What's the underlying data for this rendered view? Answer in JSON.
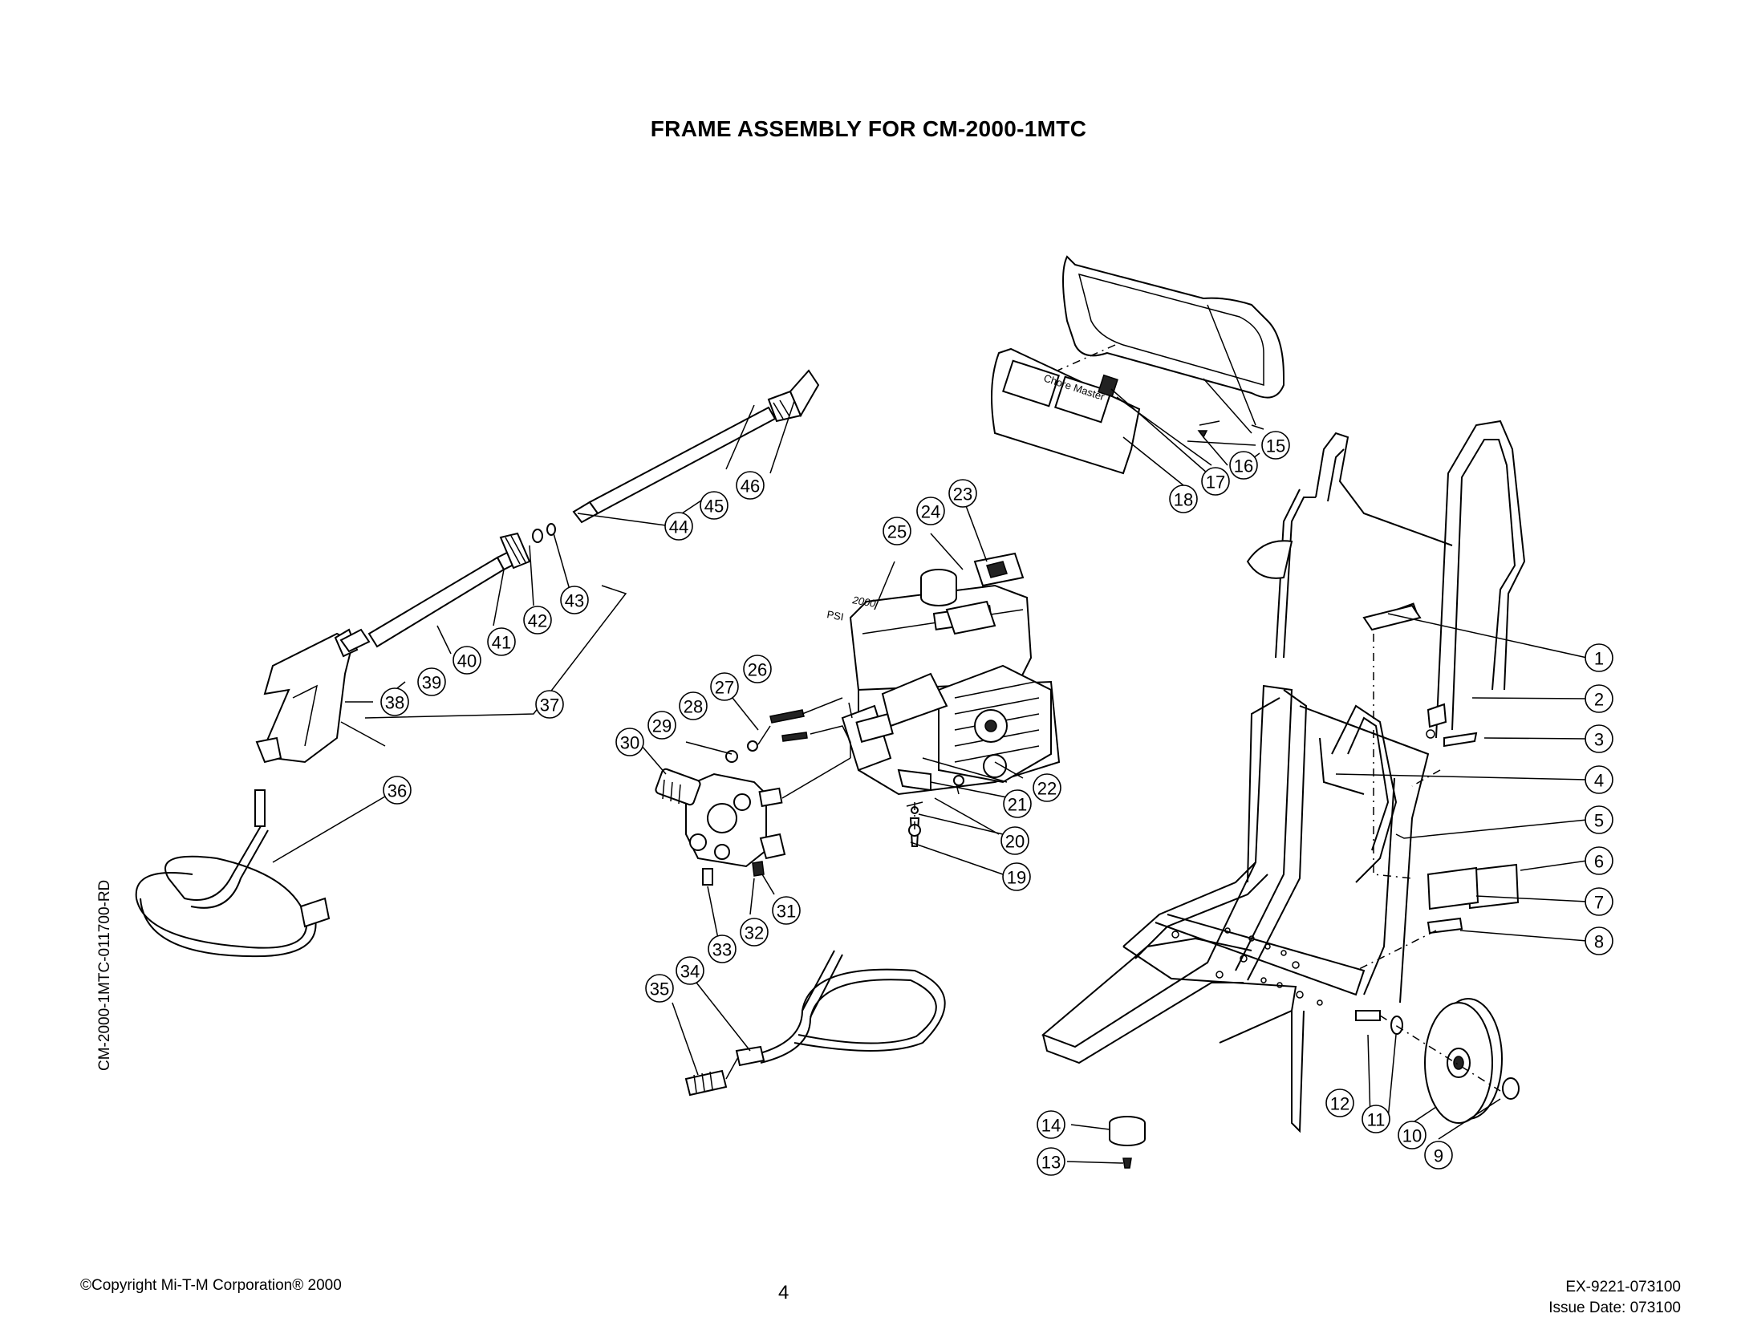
{
  "title": "FRAME ASSEMBLY FOR CM-2000-1MTC",
  "side_code": "CM-2000-1MTC-011700-RD",
  "footer": {
    "copyright": "©Copyright Mi-T-M Corporation® 2000",
    "page_number": "4",
    "doc_number": "EX-9221-073100",
    "issue_date": "Issue Date: 073100"
  },
  "decals": {
    "brand": "Chore Master",
    "psi_number": "2000",
    "psi_unit": "PSI"
  },
  "callouts": [
    "1",
    "2",
    "3",
    "4",
    "5",
    "6",
    "7",
    "8",
    "9",
    "10",
    "11",
    "12",
    "13",
    "14",
    "15",
    "16",
    "17",
    "18",
    "19",
    "20",
    "21",
    "22",
    "23",
    "24",
    "25",
    "26",
    "27",
    "28",
    "29",
    "30",
    "31",
    "32",
    "33",
    "34",
    "35",
    "36",
    "37",
    "38",
    "39",
    "40",
    "41",
    "42",
    "43",
    "44",
    "45",
    "46"
  ]
}
